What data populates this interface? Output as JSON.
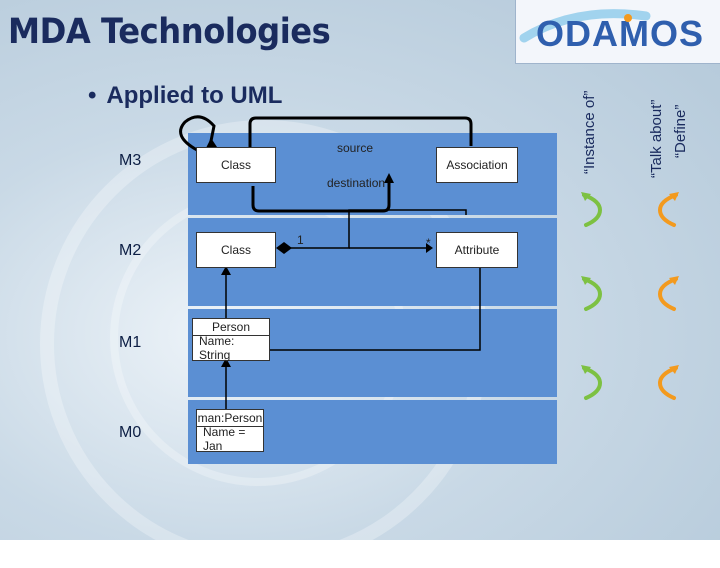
{
  "slide": {
    "title": "MDA Technologies",
    "bullet": "Applied to UML",
    "logo_text": "ODAMOS"
  },
  "levels": [
    "M3",
    "M2",
    "M1",
    "M0"
  ],
  "boxes": {
    "m3_class": "Class",
    "m3_association": "Association",
    "m2_class": "Class",
    "m2_attribute": "Attribute",
    "m1_person": "Person",
    "m1_name": "Name: String",
    "m0_man": "man:Person",
    "m0_name": "Name = Jan"
  },
  "edge_labels": {
    "source": "source",
    "destination": "destination",
    "mult_one": "1",
    "mult_many": "*"
  },
  "side_labels": {
    "instance_of": "“Instance of”",
    "talk_about": "“Talk about”",
    "define": "“Define”"
  },
  "colors": {
    "title": "#1a2b5e",
    "band": "#5b8fd3",
    "instance_arrow": "#7dc142",
    "define_arrow": "#f39a1e"
  }
}
